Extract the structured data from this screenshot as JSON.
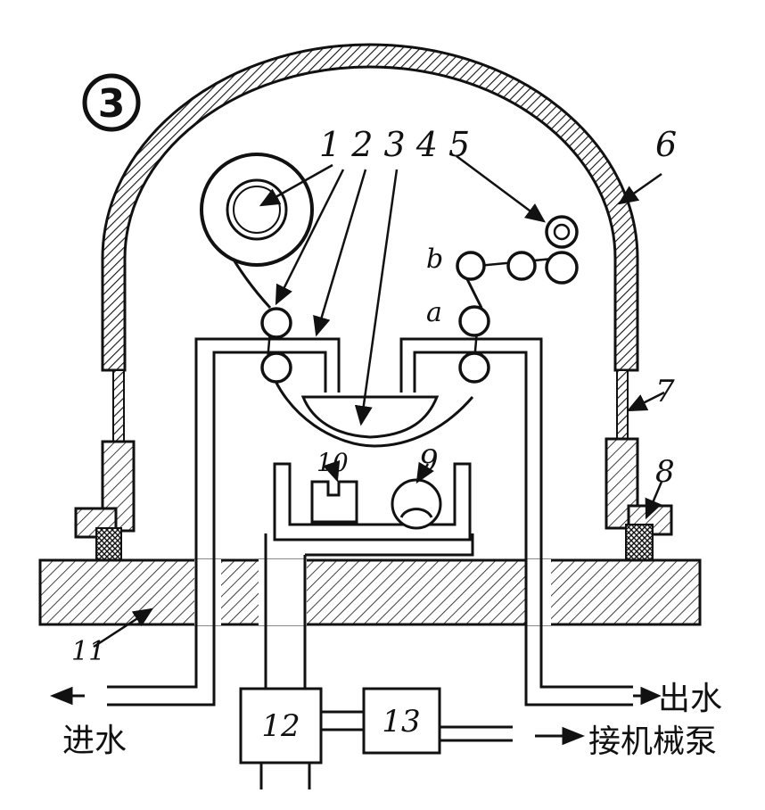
{
  "figure": {
    "number": "3"
  },
  "callouts": {
    "header": "1 2 3 4 5",
    "c1": "1",
    "c2": "2",
    "c3": "3",
    "c4": "4",
    "c5": "5",
    "c6": "6",
    "c7": "7",
    "c8": "8",
    "c9": "9",
    "c10": "10",
    "c11": "11",
    "ca": "a",
    "cb": "b"
  },
  "boxes": {
    "box12": "12",
    "box13": "13"
  },
  "flow": {
    "water_in": "进水",
    "water_out": "出水",
    "to_pump": "接机械泵"
  }
}
